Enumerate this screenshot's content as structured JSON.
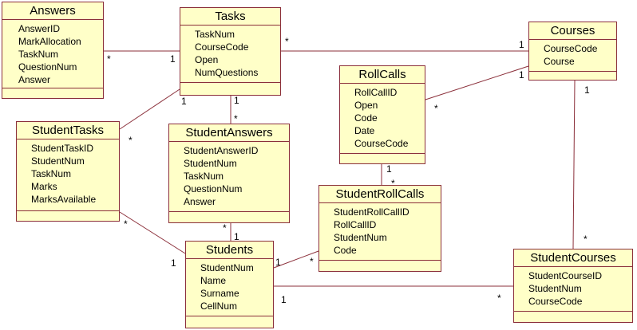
{
  "diagram": {
    "classes": {
      "answers": {
        "name": "Answers",
        "attributes": [
          "AnswerID",
          "MarkAllocation",
          "TaskNum",
          "QuestionNum",
          "Answer"
        ]
      },
      "tasks": {
        "name": "Tasks",
        "attributes": [
          "TaskNum",
          "CourseCode",
          "Open",
          "NumQuestions"
        ]
      },
      "courses": {
        "name": "Courses",
        "attributes": [
          "CourseCode",
          "Course"
        ]
      },
      "rollcalls": {
        "name": "RollCalls",
        "attributes": [
          "RollCallID",
          "Open",
          "Code",
          "Date",
          "CourseCode"
        ]
      },
      "studenttasks": {
        "name": "StudentTasks",
        "attributes": [
          "StudentTaskID",
          "StudentNum",
          "TaskNum",
          "Marks",
          "MarksAvailable"
        ]
      },
      "studentanswers": {
        "name": "StudentAnswers",
        "attributes": [
          "StudentAnswerID",
          "StudentNum",
          "TaskNum",
          "QuestionNum",
          "Answer"
        ]
      },
      "studentrollcalls": {
        "name": "StudentRollCalls",
        "attributes": [
          "StudentRollCallID",
          "RollCallID",
          "StudentNum",
          "Code"
        ]
      },
      "students": {
        "name": "Students",
        "attributes": [
          "StudentNum",
          "Name",
          "Surname",
          "CellNum"
        ]
      },
      "studentcourses": {
        "name": "StudentCourses",
        "attributes": [
          "StudentCourseID",
          "StudentNum",
          "CourseCode"
        ]
      }
    },
    "multiplicities": {
      "answers_tasks_many": "*",
      "answers_tasks_one": "1",
      "tasks_courses_many": "*",
      "tasks_courses_one": "1",
      "tasks_studenttasks_one": "1",
      "tasks_studenttasks_many": "*",
      "tasks_studentanswers_one": "1",
      "tasks_studentanswers_many": "*",
      "courses_rollcalls_one": "1",
      "courses_rollcalls_many": "*",
      "courses_studentcourses_one": "1",
      "courses_studentcourses_many": "*",
      "rollcalls_studentrollcalls_one": "1",
      "rollcalls_studentrollcalls_many": "*",
      "studenttasks_students_many": "*",
      "studenttasks_students_one": "1",
      "studentanswers_students_many": "*",
      "studentanswers_students_one": "1",
      "students_studentrollcalls_one": "1",
      "students_studentrollcalls_many": "*",
      "students_studentcourses_one": "1",
      "students_studentcourses_many": "*"
    },
    "colors": {
      "border": "#8b2f3a",
      "fill": "#ffffc8",
      "text": "#000000"
    }
  }
}
